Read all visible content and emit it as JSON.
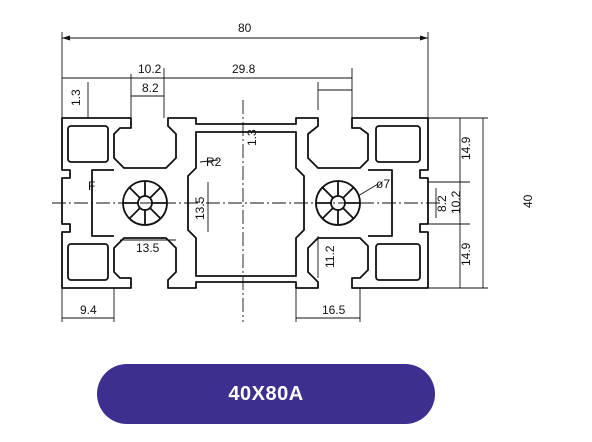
{
  "model_label": "40X80A",
  "colors": {
    "badge": "#3d2f90",
    "line": "#111111",
    "background": "#ffffff"
  },
  "dimensions": {
    "overall_width": "80",
    "slot_width": "10.2",
    "slot_opening": "8.2",
    "center_span": "29.8",
    "wall": "1.3",
    "wall_inner": "1.3",
    "corner_radius": "R2",
    "core_height": "13.5",
    "core_width": "13.5",
    "hole_diameter": "ø7",
    "right_slot": "8.2",
    "right_slot_outer": "10.2",
    "top_pitch": "14.9",
    "bottom_pitch": "14.9",
    "overall_height": "40",
    "inner_depth": "11.2",
    "bottom_span": "16.5",
    "left_offset": "9.4",
    "left_mark": "F"
  }
}
